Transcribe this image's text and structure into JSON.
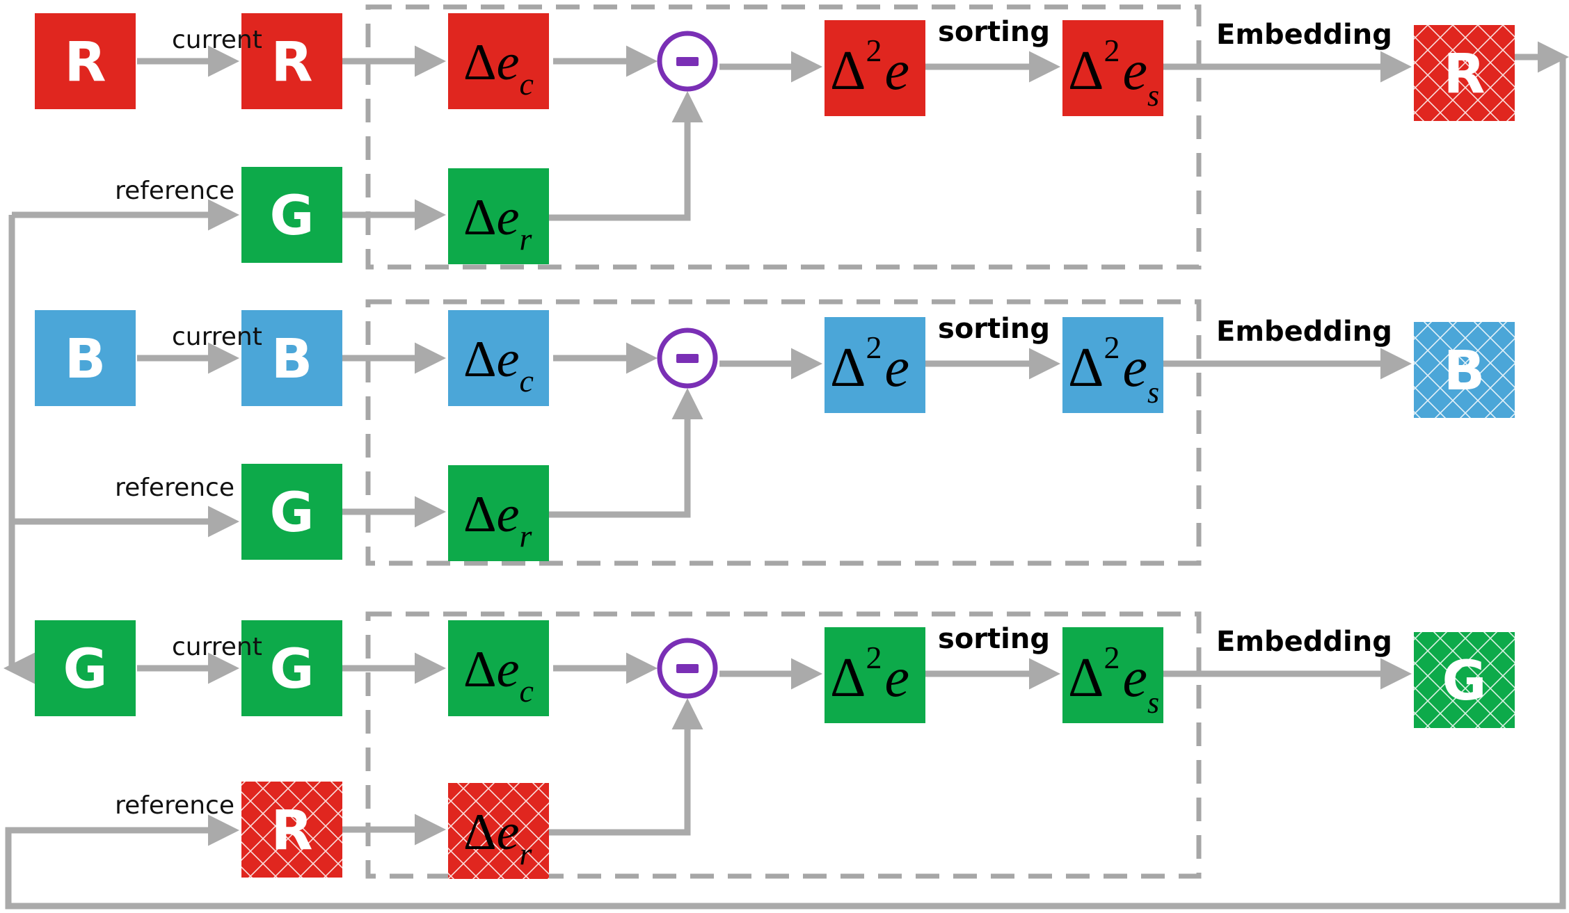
{
  "colors": {
    "red": "#e0261f",
    "green": "#0daa4a",
    "blue": "#4ba6d8",
    "arrow": "#aaaaaa",
    "dash": "#a6a6a6",
    "minus": "#7a2fb5"
  },
  "labels": {
    "current": "current",
    "reference": "reference",
    "sorting": "sorting",
    "embedding": "Embedding"
  },
  "math": {
    "delta": "Δ",
    "e": "e",
    "sub_c": "c",
    "sub_r": "r",
    "sub_s": "s",
    "sup_2": "2"
  },
  "rows": [
    {
      "channel": "R",
      "color": "red",
      "current_label": "R",
      "reference_label": "G",
      "reference_color": "green",
      "reference_hatched": false,
      "embed_label": "R"
    },
    {
      "channel": "B",
      "color": "blue",
      "current_label": "B",
      "reference_label": "G",
      "reference_color": "green",
      "reference_hatched": false,
      "embed_label": "B"
    },
    {
      "channel": "G",
      "color": "green",
      "current_label": "G",
      "reference_label": "R",
      "reference_color": "red",
      "reference_hatched": true,
      "embed_label": "G"
    }
  ]
}
